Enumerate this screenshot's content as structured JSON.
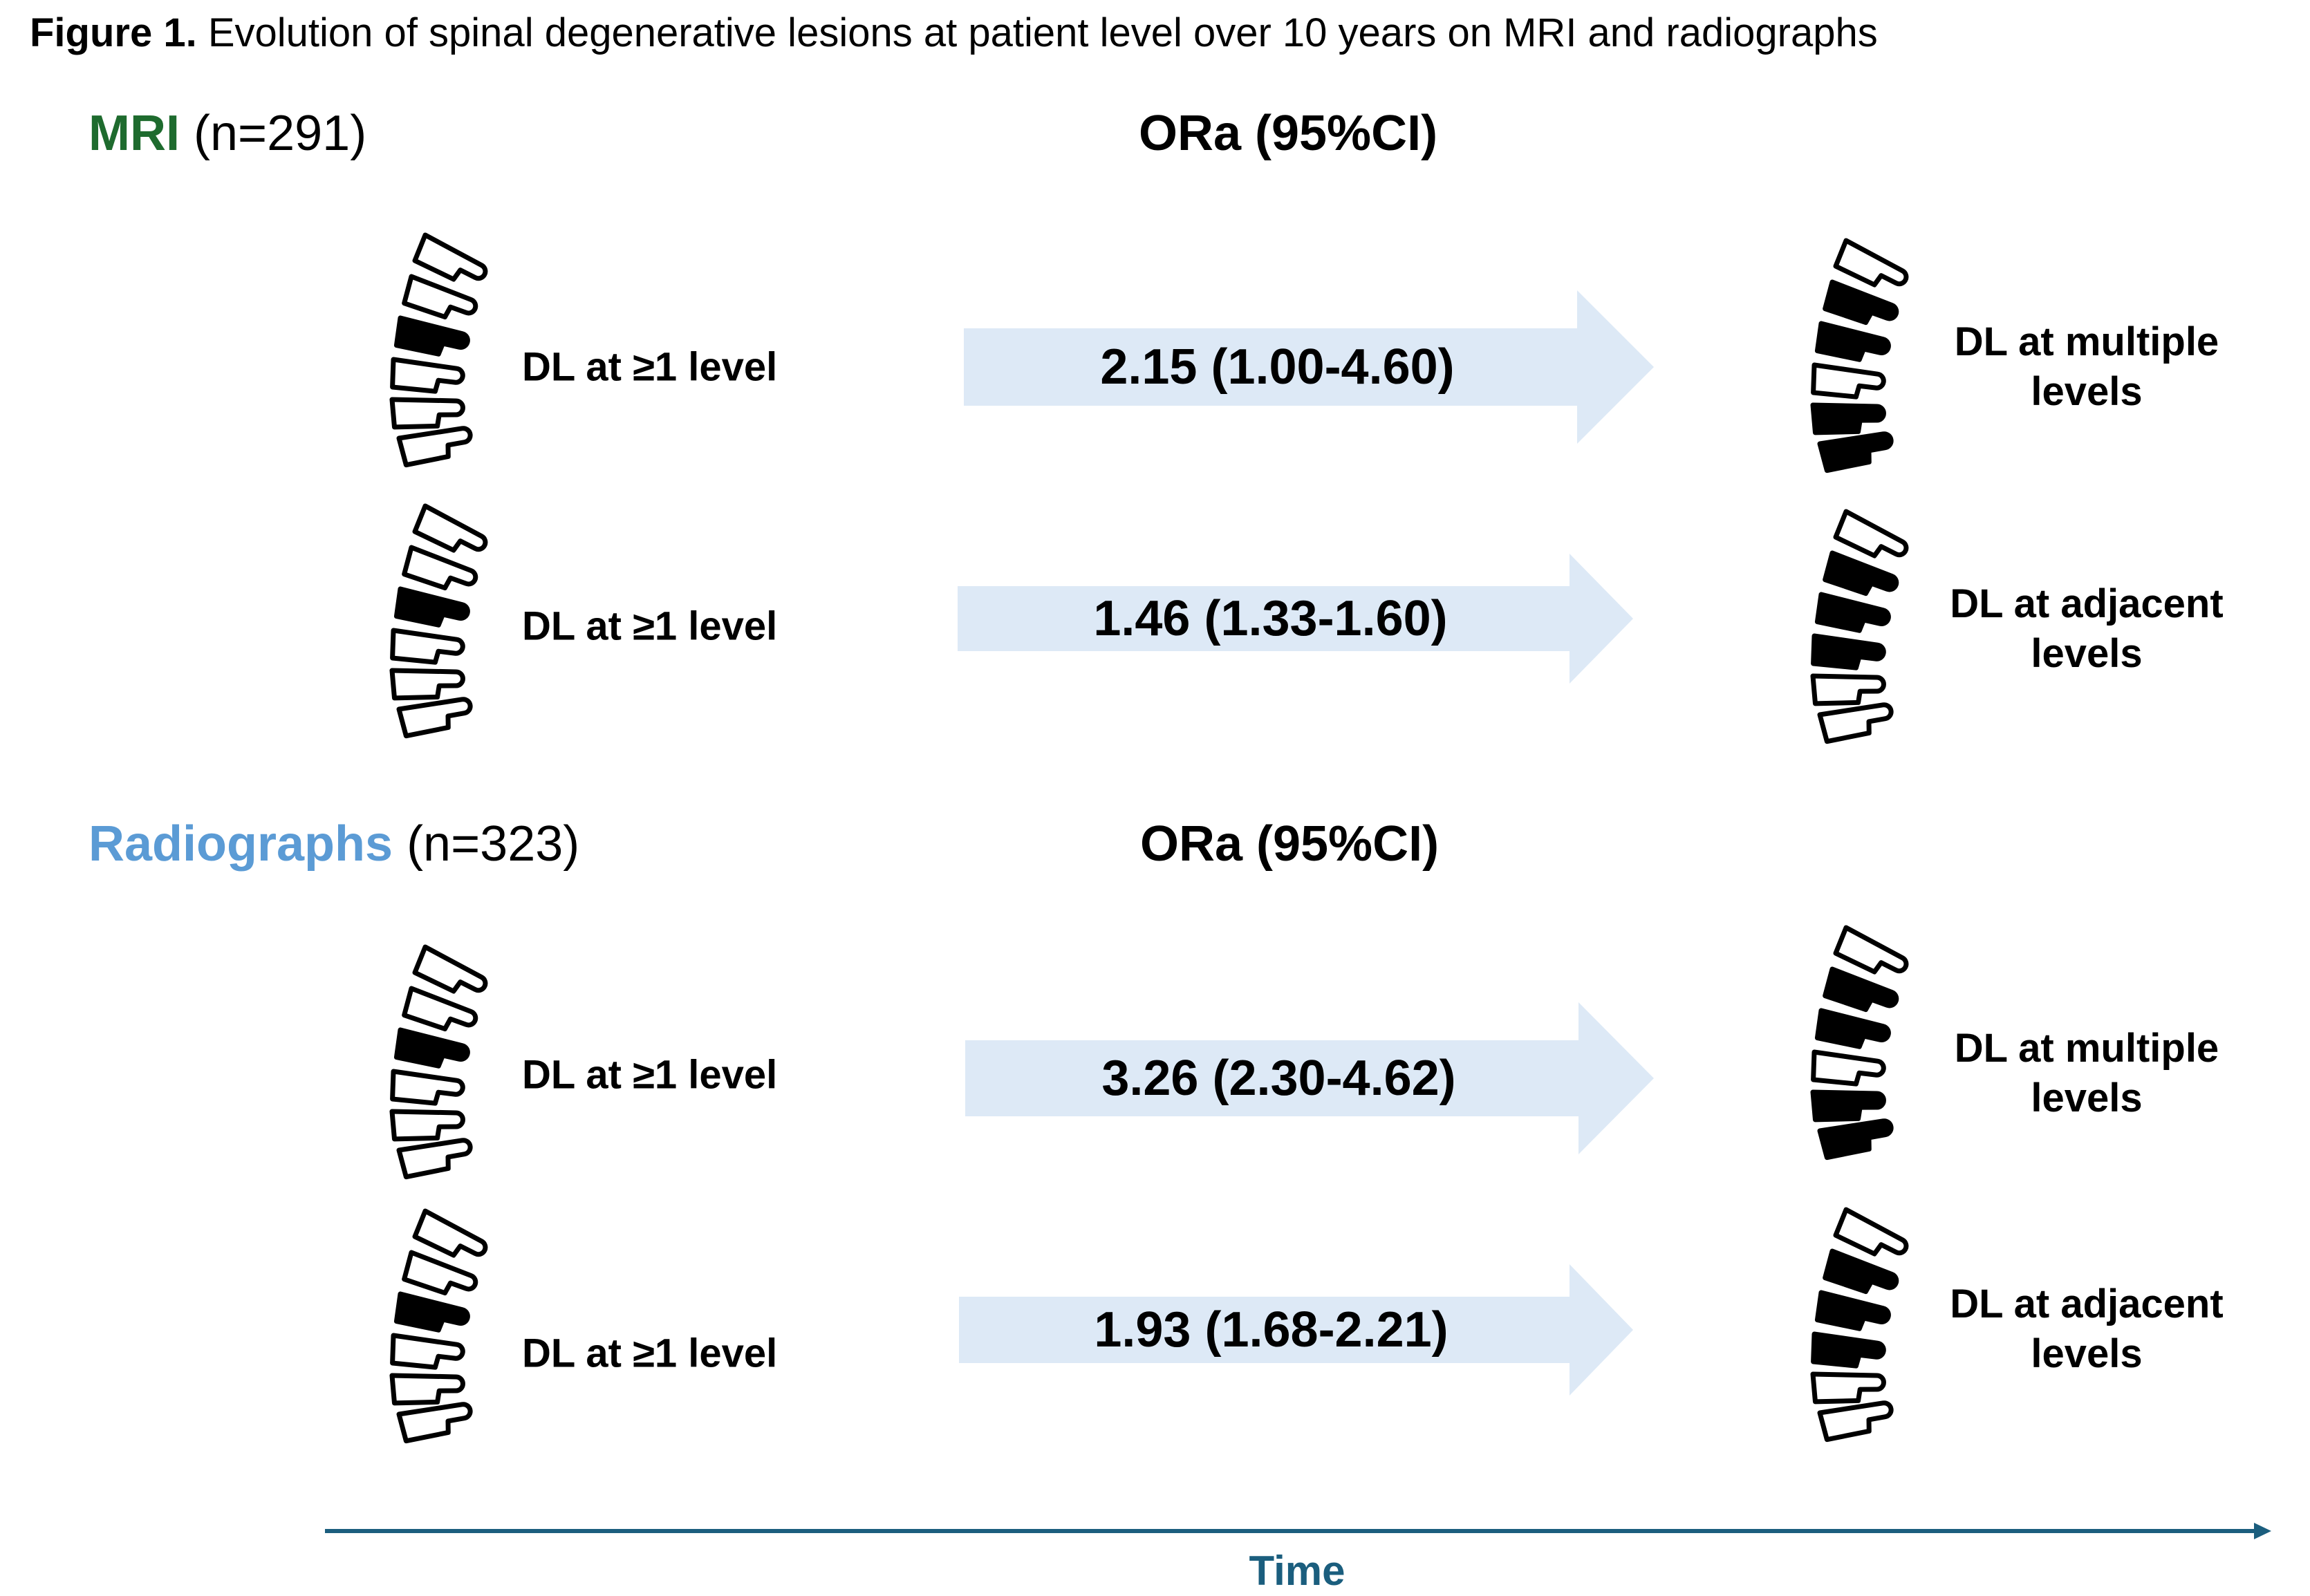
{
  "title": {
    "prefix": "Figure 1.",
    "text": "Evolution of spinal degenerative lesions at patient level over 10 years on MRI and radiographs"
  },
  "colors": {
    "mri": "#1e6b2e",
    "radiographs": "#5b9bd5",
    "arrow": "#dde9f6",
    "time": "#1b5e7e"
  },
  "sections": [
    {
      "modality": "MRI",
      "n": "(n=291)",
      "ora_header": "ORa (95%CI)",
      "rows": [
        {
          "from_label": "DL at ≥1 level",
          "ora": "2.15 (1.00-4.60)",
          "to_label_1": "DL at multiple",
          "to_label_2": "levels",
          "from_spine": [
            0,
            0,
            1,
            0,
            0,
            0
          ],
          "to_spine": [
            0,
            1,
            1,
            0,
            1,
            1
          ]
        },
        {
          "from_label": "DL at ≥1 level",
          "ora": "1.46 (1.33-1.60)",
          "to_label_1": "DL at adjacent",
          "to_label_2": "levels",
          "from_spine": [
            0,
            0,
            1,
            0,
            0,
            0
          ],
          "to_spine": [
            0,
            1,
            1,
            1,
            0,
            0
          ]
        }
      ]
    },
    {
      "modality": "Radiographs",
      "n": "(n=323)",
      "ora_header": "ORa (95%CI)",
      "rows": [
        {
          "from_label": "DL at ≥1 level",
          "ora": "3.26 (2.30-4.62)",
          "to_label_1": "DL at multiple",
          "to_label_2": "levels",
          "from_spine": [
            0,
            0,
            1,
            0,
            0,
            0
          ],
          "to_spine": [
            0,
            1,
            1,
            0,
            1,
            1
          ]
        },
        {
          "from_label": "DL at ≥1 level",
          "ora": "1.93 (1.68-2.21)",
          "to_label_1": "DL at adjacent",
          "to_label_2": "levels",
          "from_spine": [
            0,
            0,
            1,
            0,
            0,
            0
          ],
          "to_spine": [
            0,
            1,
            1,
            1,
            0,
            0
          ]
        }
      ]
    }
  ],
  "time_axis": {
    "label": "Time"
  }
}
